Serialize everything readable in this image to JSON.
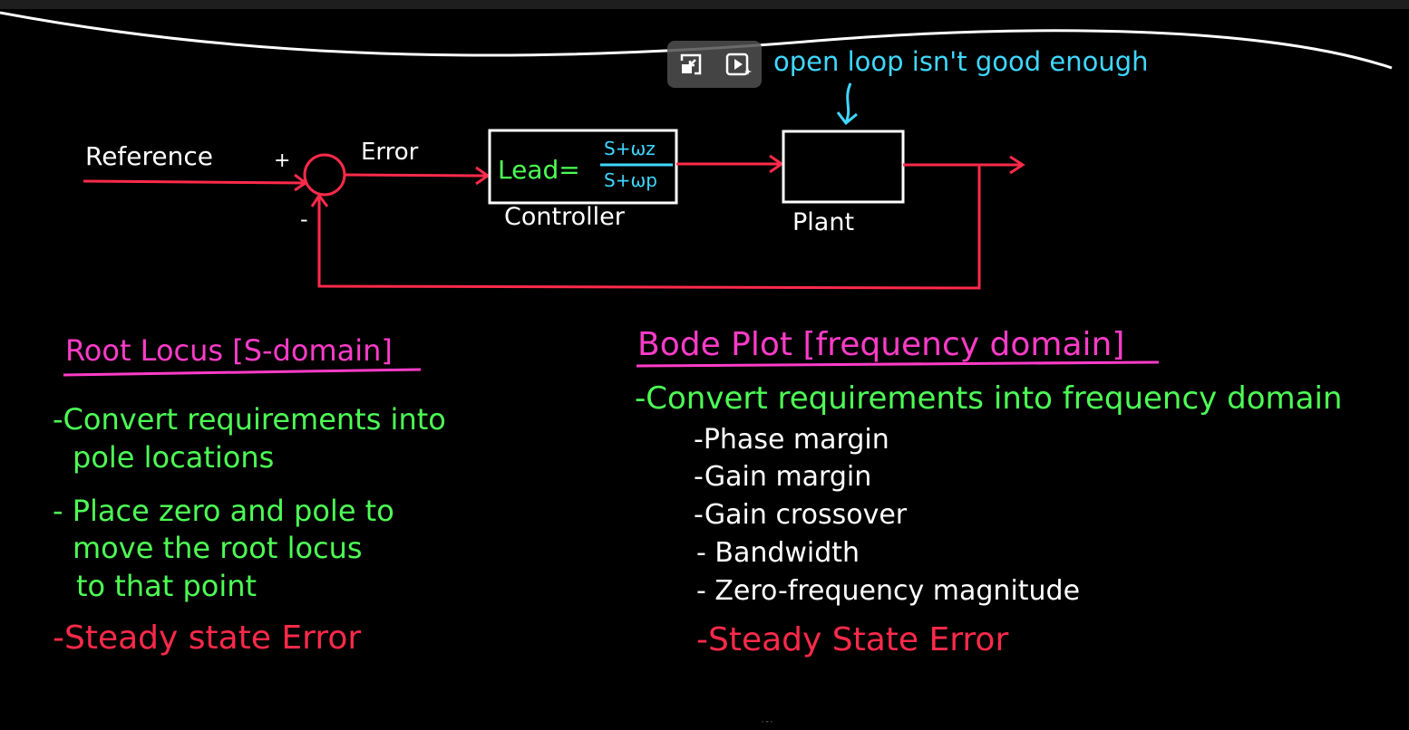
{
  "overlay": {
    "buttons": [
      {
        "icon": "minimize-window-icon",
        "label": ""
      },
      {
        "icon": "play-sparkle-icon",
        "label": ""
      }
    ]
  },
  "diagram": {
    "note": "open loop isn't good enough",
    "reference": "Reference",
    "plus": "+",
    "minus": "-",
    "error": "Error",
    "lead": "Lead=",
    "lead_num": "S+ωz",
    "lead_den": "S+ωp",
    "controller": "Controller",
    "plant": "Plant"
  },
  "root_locus": {
    "title": "Root Locus [S-domain]",
    "item1_line1": "-Convert requirements into",
    "item1_line2": "pole locations",
    "item2_line1": "- Place zero and pole to",
    "item2_line2": "move the root locus",
    "item2_line3": "to that point",
    "item3": "-Steady state Error"
  },
  "bode": {
    "title": "Bode Plot [frequency domain]",
    "item1": "-Convert requirements into frequency domain",
    "sub": [
      "-Phase margin",
      "-Gain margin",
      "-Gain crossover",
      "- Bandwidth",
      "- Zero-frequency magnitude"
    ],
    "item_last": "-Steady State Error"
  },
  "colors": {
    "red": "#ff2a4a",
    "green": "#4dff55",
    "pink": "#ff3cc8",
    "cyan": "#3fd8ff",
    "white": "#ffffff"
  }
}
